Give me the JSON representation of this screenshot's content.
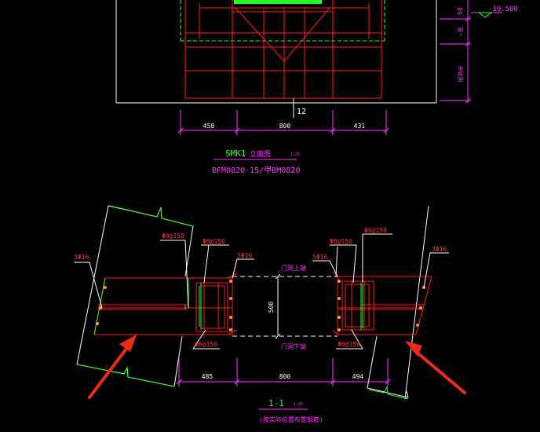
{
  "drawing": {
    "colors": {
      "background": "#000000",
      "rebar": "#ff1a1a",
      "outline": "#ffffff",
      "green": "#22ff22",
      "magenta": "#ff33ff",
      "dim_text": "#ffffff",
      "arrow": "#ee2a1a",
      "yellow": "#ffff33"
    },
    "elevation": {
      "dim_top_50": "50",
      "dim_side_a": "←宽",
      "dim_side_b": "层高米",
      "level_mark": "-19.500",
      "dim_total": "12",
      "dims": [
        "458",
        "800",
        "431"
      ]
    },
    "elevation_title": {
      "code": "SMK1",
      "name": "立面图",
      "scale": "1:25",
      "subtitle": "BFM0820-15/甲BM0820"
    },
    "section": {
      "rebar_callouts": [
        "3Φ16",
        "Φ6@150",
        "Φ6@150",
        "5Φ16",
        "5Φ16",
        "Φ6@150",
        "Φ6@150",
        "3Φ16"
      ],
      "bottom_callouts": [
        "Φ6@150",
        "Φ6@150"
      ],
      "opening_top": "门洞上端",
      "opening_bottom": "门洞下端",
      "opening_height": "500",
      "dims": [
        "485",
        "800",
        "494"
      ]
    },
    "section_title": {
      "code": "1-1",
      "scale": "1:25",
      "subtitle": "(按实际位置布置钢筋)"
    }
  }
}
